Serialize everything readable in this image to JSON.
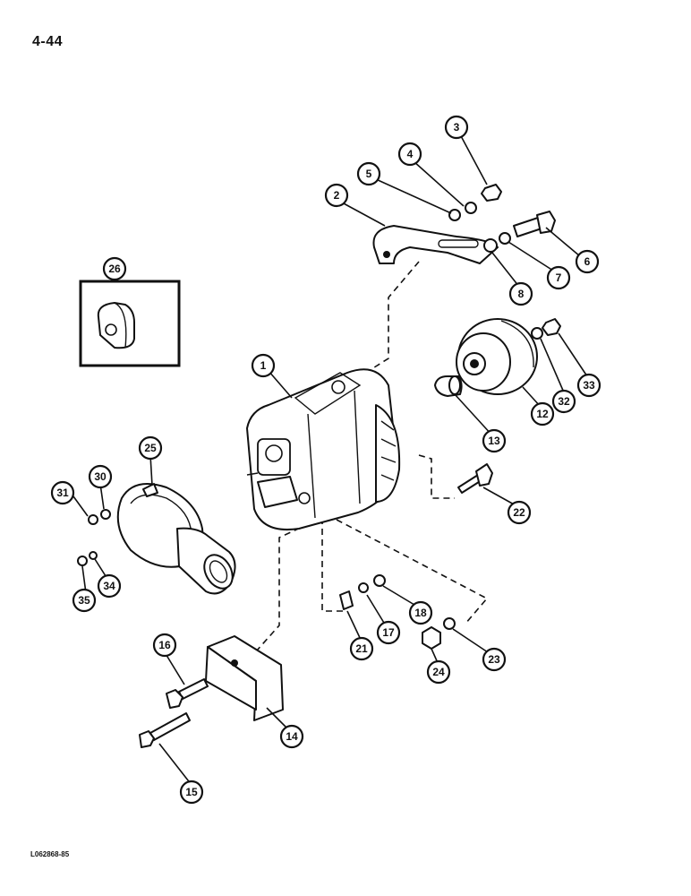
{
  "page": {
    "number": "4-44",
    "figure_code": "L062868-85"
  },
  "callouts": [
    "1",
    "2",
    "3",
    "4",
    "5",
    "6",
    "7",
    "8",
    "12",
    "13",
    "14",
    "15",
    "16",
    "17",
    "18",
    "21",
    "22",
    "23",
    "24",
    "25",
    "26",
    "30",
    "31",
    "32",
    "33",
    "34",
    "35"
  ],
  "parts": [
    {
      "name": "alternator-body",
      "callout": "1"
    },
    {
      "name": "adjusting-strap",
      "callout": "2"
    },
    {
      "name": "bolt",
      "callout": "3"
    },
    {
      "name": "lock-washer",
      "callout": "4"
    },
    {
      "name": "flat-washer",
      "callout": "5"
    },
    {
      "name": "cap-screw",
      "callout": "6"
    },
    {
      "name": "lock-washer",
      "callout": "7"
    },
    {
      "name": "flat-washer",
      "callout": "8"
    },
    {
      "name": "pulley",
      "callout": "12"
    },
    {
      "name": "spacer",
      "callout": "13"
    },
    {
      "name": "mounting-bracket",
      "callout": "14"
    },
    {
      "name": "long-bolt",
      "callout": "15"
    },
    {
      "name": "bolt",
      "callout": "16"
    },
    {
      "name": "washer",
      "callout": "17"
    },
    {
      "name": "nut",
      "callout": "18"
    },
    {
      "name": "bushing",
      "callout": "21"
    },
    {
      "name": "long-bolt",
      "callout": "22"
    },
    {
      "name": "washer",
      "callout": "23"
    },
    {
      "name": "nut",
      "callout": "24"
    },
    {
      "name": "fan-shroud",
      "callout": "25"
    },
    {
      "name": "bushing-detail",
      "callout": "26"
    },
    {
      "name": "washer",
      "callout": "30"
    },
    {
      "name": "nut",
      "callout": "31"
    },
    {
      "name": "lock-washer",
      "callout": "32"
    },
    {
      "name": "nut",
      "callout": "33"
    },
    {
      "name": "washer",
      "callout": "34"
    },
    {
      "name": "nut",
      "callout": "35"
    }
  ]
}
